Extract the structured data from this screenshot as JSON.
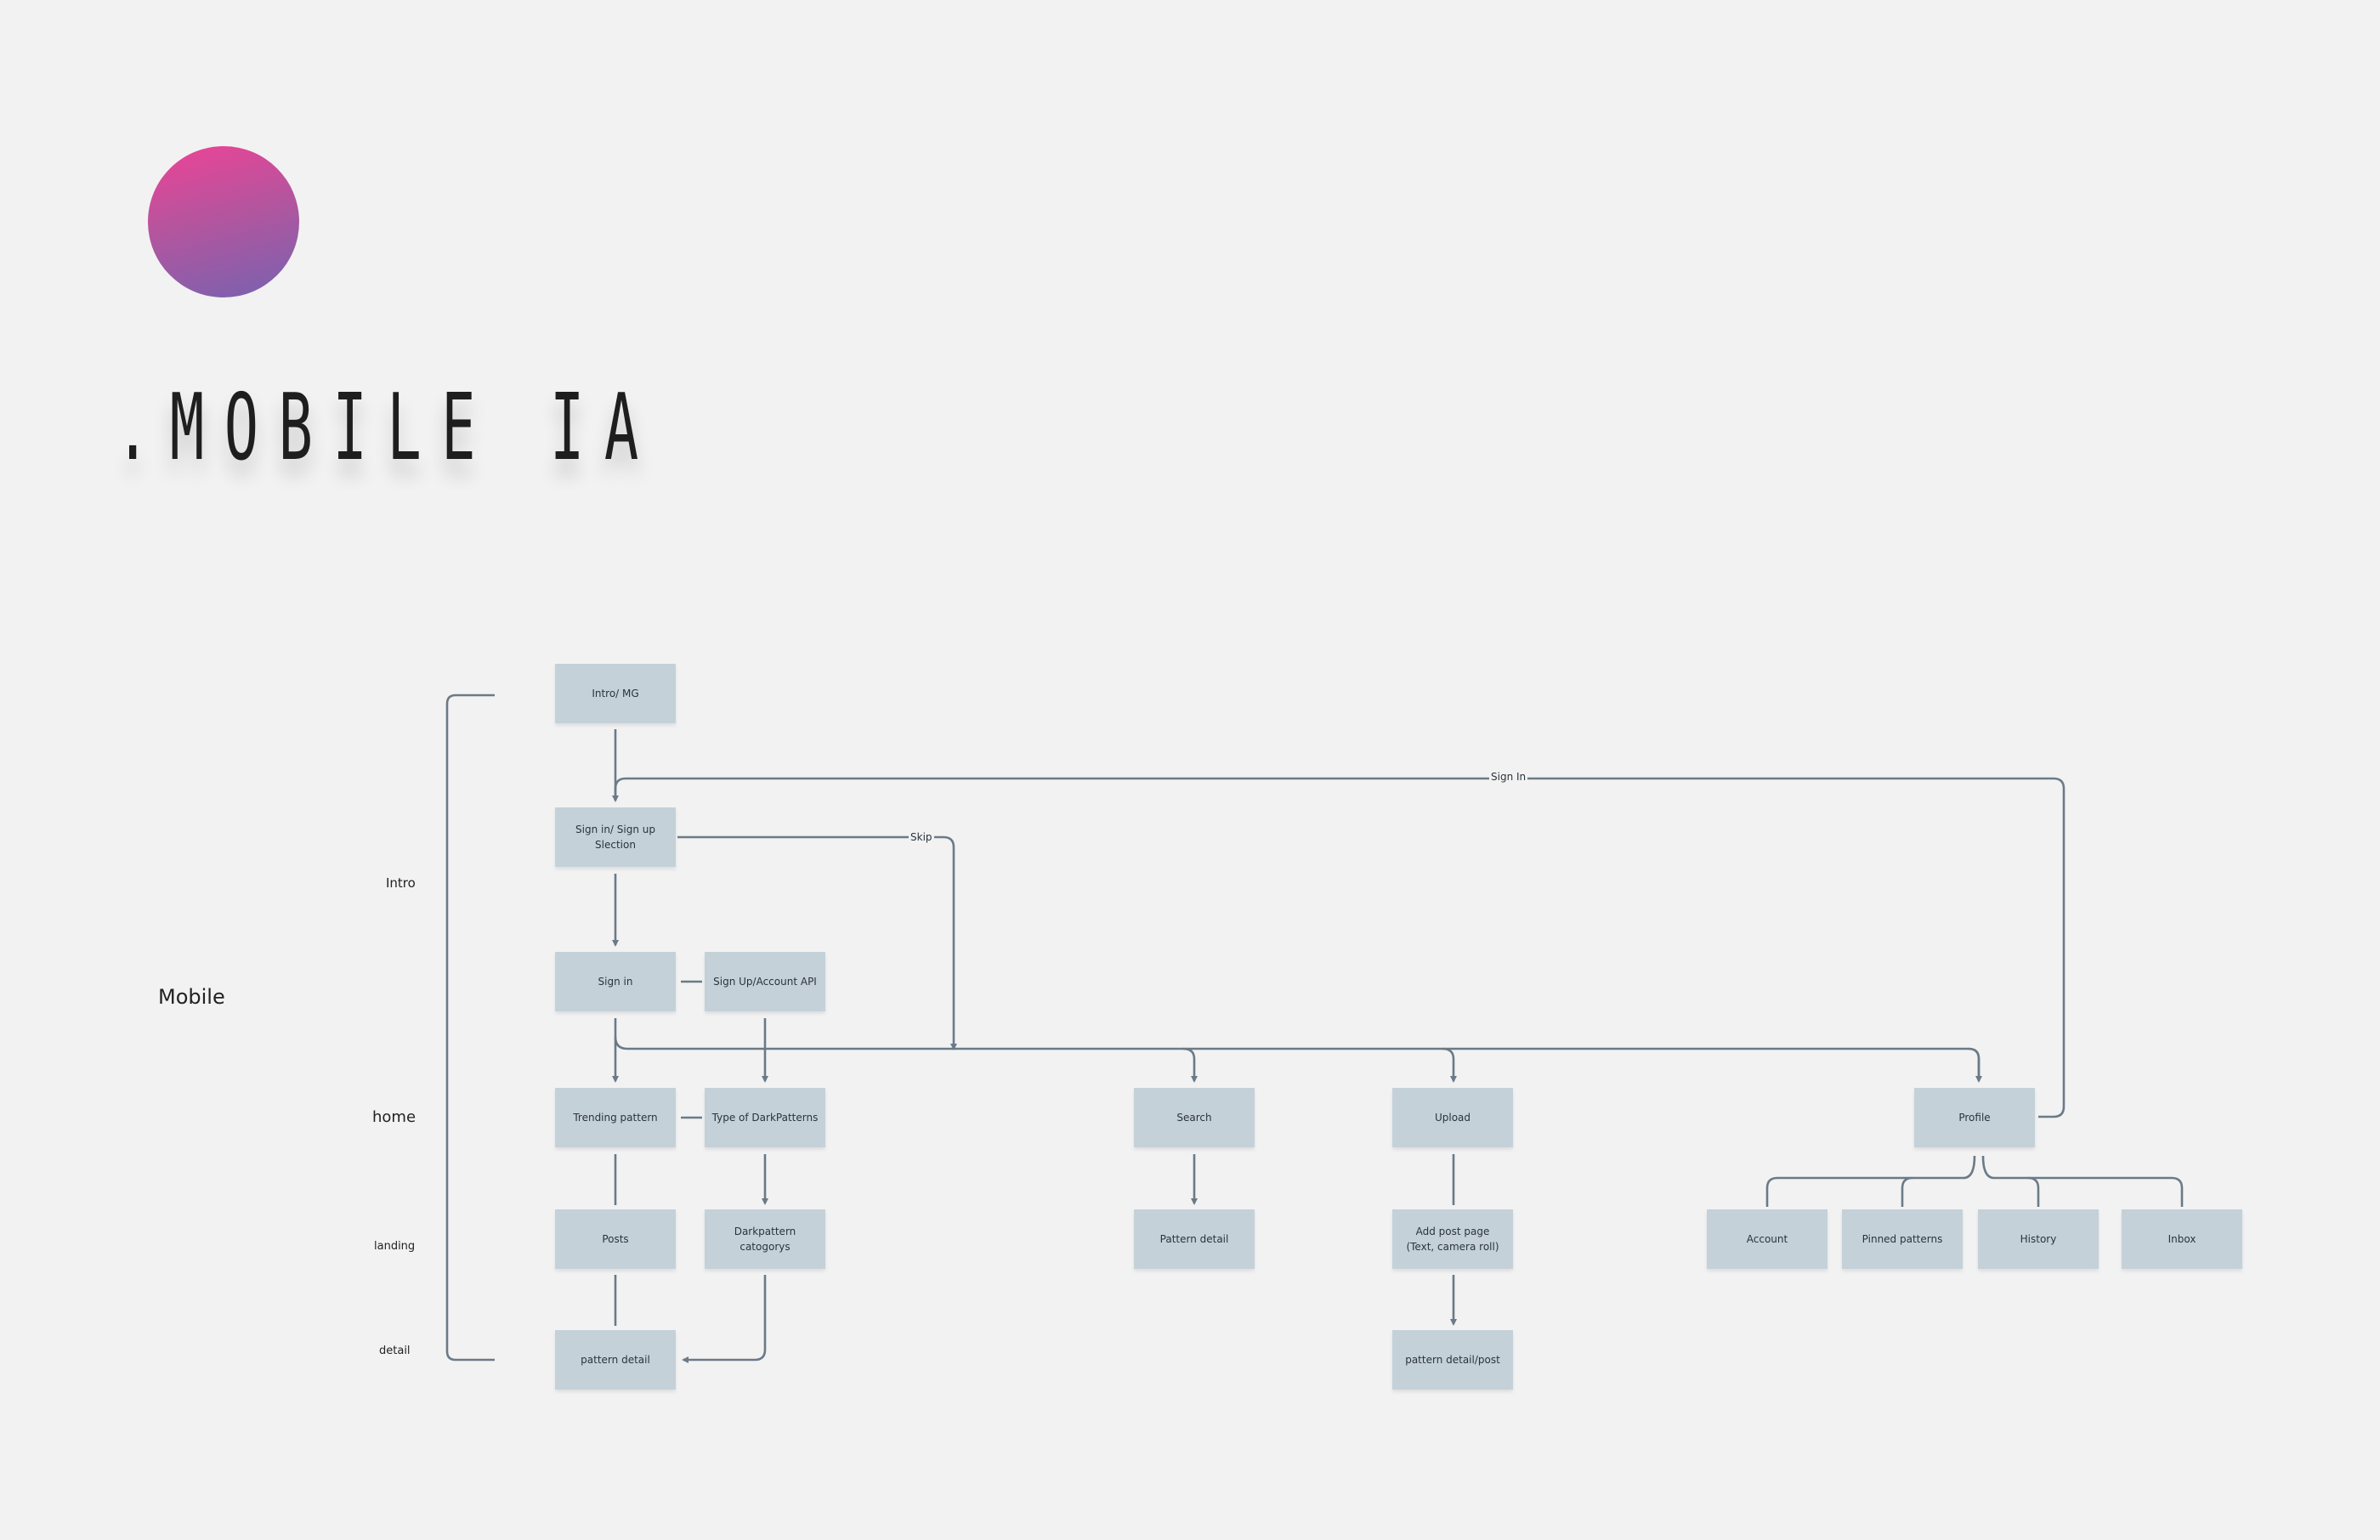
{
  "title": ".MOBILE IA",
  "sidebar": {
    "mobile": "Mobile",
    "levels": {
      "intro": "Intro",
      "home": "home",
      "landing": "landing",
      "detail": "detail"
    }
  },
  "nodes": {
    "intro_mg": "Intro/ MG",
    "signin_selection": "Sign in/ Sign up\nSlection",
    "signin": "Sign in",
    "signup_api": "Sign Up/Account API",
    "trending": "Trending pattern",
    "type_darkpatterns": "Type of DarkPatterns",
    "search": "Search",
    "upload": "Upload",
    "profile": "Profile",
    "posts": "Posts",
    "darkpattern_categorys": "Darkpattern\ncatogorys",
    "pattern_detail_search": "Pattern detail",
    "add_post": "Add post page\n(Text, camera roll)",
    "account": "Account",
    "pinned": "Pinned patterns",
    "history": "History",
    "inbox": "Inbox",
    "pattern_detail": "pattern detail",
    "pattern_detail_post": "pattern detail/post"
  },
  "edges": {
    "sign_in": "Sign In",
    "skip": "Skip"
  },
  "colors": {
    "node": "#c5d1d9",
    "line": "#6b7a86",
    "background": "#f2f2f2"
  }
}
